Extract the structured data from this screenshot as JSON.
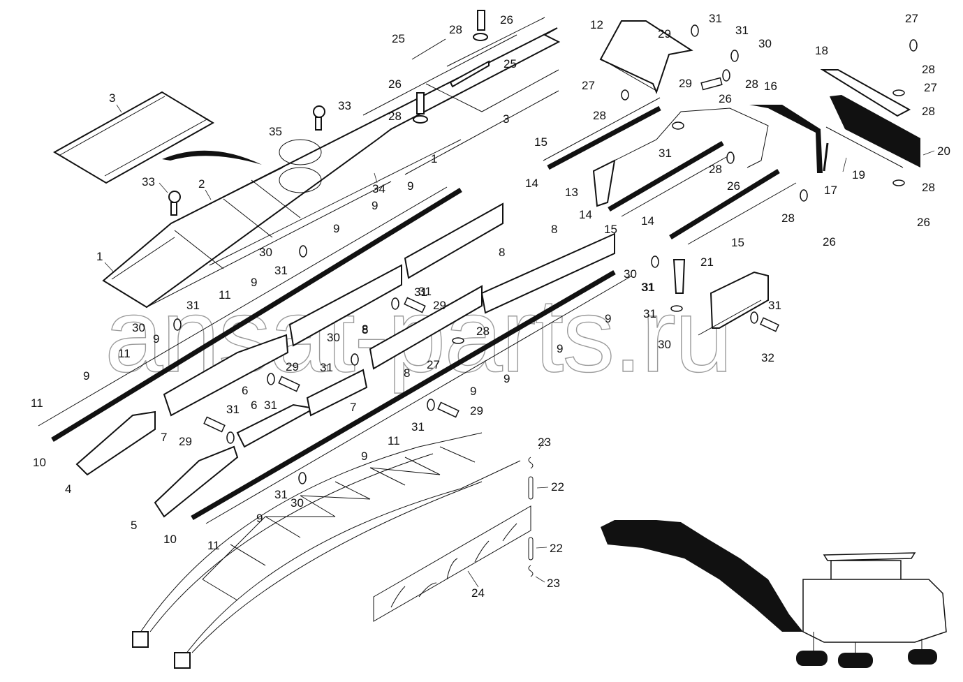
{
  "diagram": {
    "title": "Conveyor assembly — exploded parts view",
    "watermark": "ansat-parts.ru",
    "callouts": [
      {
        "id": "c3a",
        "label": "3"
      },
      {
        "id": "c35",
        "label": "35"
      },
      {
        "id": "c33a",
        "label": "33"
      },
      {
        "id": "c33b",
        "label": "33"
      },
      {
        "id": "c2",
        "label": "2"
      },
      {
        "id": "c1a",
        "label": "1"
      },
      {
        "id": "c1b",
        "label": "1"
      },
      {
        "id": "c34",
        "label": "34"
      },
      {
        "id": "c25a",
        "label": "25"
      },
      {
        "id": "c25b",
        "label": "25"
      },
      {
        "id": "c26a",
        "label": "26"
      },
      {
        "id": "c26b",
        "label": "26"
      },
      {
        "id": "c28a",
        "label": "28"
      },
      {
        "id": "c28b",
        "label": "28"
      },
      {
        "id": "c3b",
        "label": "3"
      },
      {
        "id": "c12",
        "label": "12"
      },
      {
        "id": "c29a",
        "label": "29"
      },
      {
        "id": "c31a",
        "label": "31"
      },
      {
        "id": "c31b",
        "label": "31"
      },
      {
        "id": "c30a",
        "label": "30"
      },
      {
        "id": "c27a",
        "label": "27"
      },
      {
        "id": "c28c",
        "label": "28"
      },
      {
        "id": "c29b",
        "label": "29"
      },
      {
        "id": "c28d",
        "label": "28"
      },
      {
        "id": "c26c",
        "label": "26"
      },
      {
        "id": "c16",
        "label": "16"
      },
      {
        "id": "c18",
        "label": "18"
      },
      {
        "id": "c27b",
        "label": "27"
      },
      {
        "id": "c28e",
        "label": "28"
      },
      {
        "id": "c27c",
        "label": "27"
      },
      {
        "id": "c28f",
        "label": "28"
      },
      {
        "id": "c20",
        "label": "20"
      },
      {
        "id": "c19",
        "label": "19"
      },
      {
        "id": "c17",
        "label": "17"
      },
      {
        "id": "c28g",
        "label": "28"
      },
      {
        "id": "c26d",
        "label": "26"
      },
      {
        "id": "c28h",
        "label": "28"
      },
      {
        "id": "c26e",
        "label": "26"
      },
      {
        "id": "c15a",
        "label": "15"
      },
      {
        "id": "c14a",
        "label": "14"
      },
      {
        "id": "c13",
        "label": "13"
      },
      {
        "id": "c14b",
        "label": "14"
      },
      {
        "id": "c15b",
        "label": "15"
      },
      {
        "id": "c31c",
        "label": "31"
      },
      {
        "id": "c28i",
        "label": "28"
      },
      {
        "id": "c26f",
        "label": "26"
      },
      {
        "id": "c14c",
        "label": "14"
      },
      {
        "id": "c15c",
        "label": "15"
      },
      {
        "id": "c9a",
        "label": "9"
      },
      {
        "id": "c9b",
        "label": "9"
      },
      {
        "id": "c9c",
        "label": "9"
      },
      {
        "id": "c8a",
        "label": "8"
      },
      {
        "id": "c8b",
        "label": "8"
      },
      {
        "id": "c30b",
        "label": "30"
      },
      {
        "id": "c31d",
        "label": "31"
      },
      {
        "id": "c9d",
        "label": "9"
      },
      {
        "id": "c11a",
        "label": "11"
      },
      {
        "id": "c31e",
        "label": "31"
      },
      {
        "id": "c30c",
        "label": "30"
      },
      {
        "id": "c9e",
        "label": "9"
      },
      {
        "id": "c11b",
        "label": "11"
      },
      {
        "id": "c9f",
        "label": "9"
      },
      {
        "id": "c11c",
        "label": "11"
      },
      {
        "id": "c10a",
        "label": "10"
      },
      {
        "id": "c4",
        "label": "4"
      },
      {
        "id": "c7a",
        "label": "7"
      },
      {
        "id": "c6a",
        "label": "6"
      },
      {
        "id": "c29c",
        "label": "29"
      },
      {
        "id": "c31f",
        "label": "31"
      },
      {
        "id": "c29d",
        "label": "29"
      },
      {
        "id": "c31g",
        "label": "31"
      },
      {
        "id": "c6b",
        "label": "6"
      },
      {
        "id": "c31h",
        "label": "31"
      },
      {
        "id": "c7b",
        "label": "7"
      },
      {
        "id": "c8c",
        "label": "8"
      },
      {
        "id": "c30d",
        "label": "30"
      },
      {
        "id": "c31i",
        "label": "31"
      },
      {
        "id": "c8d",
        "label": "8"
      },
      {
        "id": "c28j",
        "label": "28"
      },
      {
        "id": "c27d",
        "label": "27"
      },
      {
        "id": "c29e",
        "label": "29"
      },
      {
        "id": "c31j",
        "label": "31"
      },
      {
        "id": "c8e",
        "label": "8"
      },
      {
        "id": "c30e",
        "label": "30"
      },
      {
        "id": "c31k",
        "label": "31"
      },
      {
        "id": "c9g",
        "label": "9"
      },
      {
        "id": "c9h",
        "label": "9"
      },
      {
        "id": "c9i",
        "label": "9"
      },
      {
        "id": "c9j",
        "label": "9"
      },
      {
        "id": "c29f",
        "label": "29"
      },
      {
        "id": "c31l",
        "label": "31"
      },
      {
        "id": "c11d",
        "label": "11"
      },
      {
        "id": "c9k",
        "label": "9"
      },
      {
        "id": "c21",
        "label": "21"
      },
      {
        "id": "c31m",
        "label": "31"
      },
      {
        "id": "c31n",
        "label": "31"
      },
      {
        "id": "c30f",
        "label": "30"
      },
      {
        "id": "c31o",
        "label": "31"
      },
      {
        "id": "c32",
        "label": "32"
      },
      {
        "id": "c5",
        "label": "5"
      },
      {
        "id": "c10b",
        "label": "10"
      },
      {
        "id": "c11e",
        "label": "11"
      },
      {
        "id": "c9l",
        "label": "9"
      },
      {
        "id": "c31p",
        "label": "31"
      },
      {
        "id": "c30g",
        "label": "30"
      },
      {
        "id": "c23a",
        "label": "23"
      },
      {
        "id": "c22a",
        "label": "22"
      },
      {
        "id": "c22b",
        "label": "22"
      },
      {
        "id": "c23b",
        "label": "23"
      },
      {
        "id": "c24",
        "label": "24"
      }
    ]
  }
}
